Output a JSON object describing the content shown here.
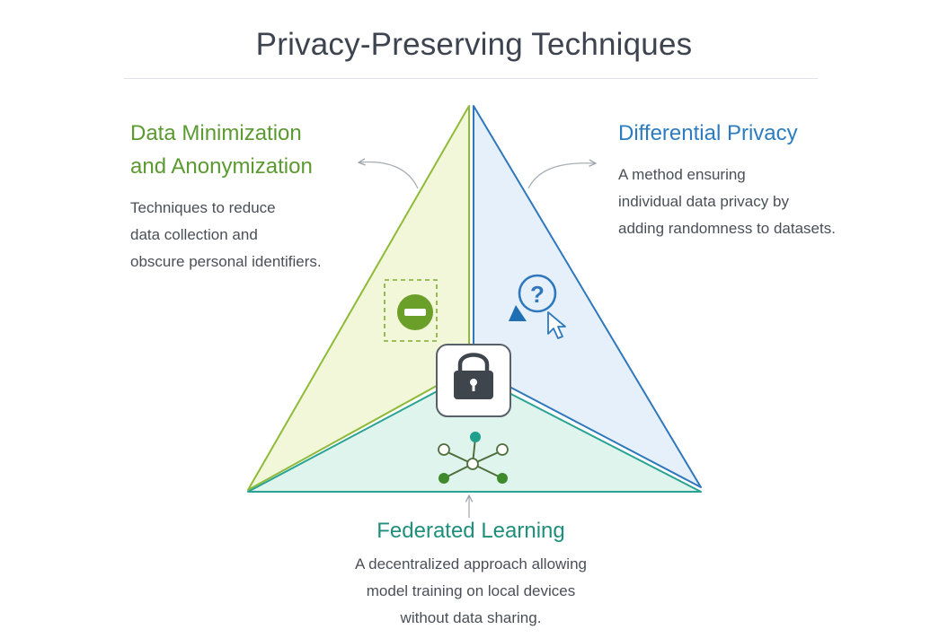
{
  "title": "Privacy-Preserving Techniques",
  "sections": {
    "data_minimization": {
      "heading_lines": [
        "Data Minimization",
        "and Anonymization"
      ],
      "description_lines": [
        "Techniques to reduce",
        "data collection and",
        "obscure personal identifiers."
      ],
      "color": "#5a9a30",
      "icon": "minus-circle-icon"
    },
    "differential_privacy": {
      "heading_lines": [
        "Differential Privacy"
      ],
      "description_lines": [
        "A method ensuring",
        "individual data privacy by",
        "adding randomness to datasets."
      ],
      "color": "#2c7cbf",
      "icon": "question-pointer-icon"
    },
    "federated_learning": {
      "heading_lines": [
        "Federated Learning"
      ],
      "description_lines": [
        "A decentralized approach allowing",
        "model training on local devices",
        "without data sharing."
      ],
      "color": "#1f8f7c",
      "icon": "network-nodes-icon"
    }
  },
  "center_icon": "lock-icon"
}
